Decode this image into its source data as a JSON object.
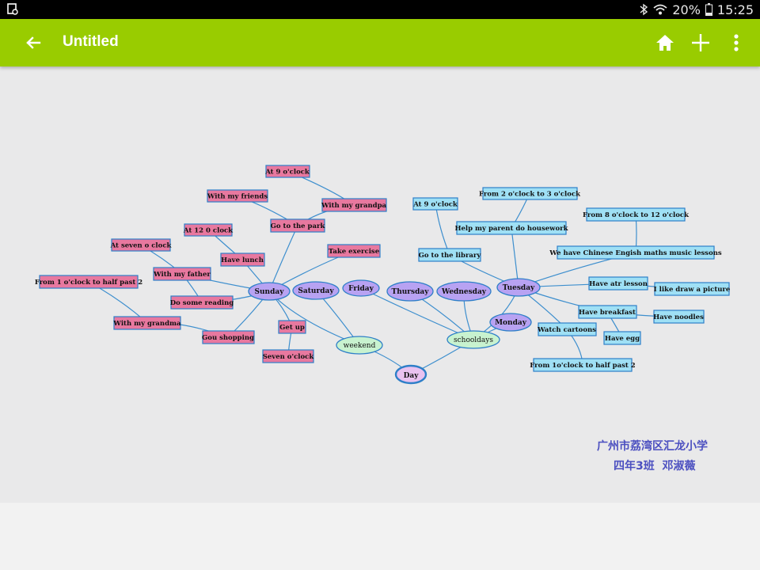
{
  "status_bar": {
    "battery": "20%",
    "time": "15:25"
  },
  "app_bar": {
    "title": "Untitled"
  },
  "mindmap": {
    "root": "Day",
    "weekend": "weekend",
    "schooldays": "schooldays",
    "days": {
      "sunday": "Sunday",
      "saturday": "Saturday",
      "friday": "Friday",
      "thursday": "Thursday",
      "wednesday": "Wednesday",
      "tuesday": "Tuesday",
      "monday": "Monday"
    },
    "sunday_items": {
      "at9": "At 9 o'clock",
      "with_friends": "With my friends",
      "with_grandpa": "With my grandpa",
      "at12": "At 12 0 clock",
      "go_park": "Go to the park",
      "at_seven": "At seven o clock",
      "take_exercise": "Take exercise",
      "have_lunch": "Have lunch",
      "with_father": "With my father",
      "from1": "From 1 o'clock to half past 2",
      "do_reading": "Do some reading",
      "with_grandma": "With my grandma",
      "get_up": "Get up",
      "gou_shopping": "Gou shopping",
      "seven_oclock": "Seven o'clock"
    },
    "tuesday_items": {
      "at9": "At 9 o'clock",
      "from2": "From 2 o'clock to 3 o'clock",
      "from8": "From 8 o'clock to 12 o'clock",
      "help_parent": "Help my parent do housework",
      "library": "Go to the library",
      "lessons": "We have Chinese Engish maths music lessons",
      "art": "Have atr lesson",
      "draw": "I like draw a picture",
      "breakfast": "Have breakfast",
      "noodles": "Have noodles",
      "watch": "Watch cartoons",
      "egg": "Have egg",
      "from1": "From 1o'clock to half past 2"
    }
  },
  "signature": {
    "line1": "广州市荔湾区汇龙小学",
    "line2": "四年3班  邓淑薇"
  },
  "colors": {
    "appbar": "#99cc00",
    "pink": "#e8789f",
    "blue": "#9fe0f5",
    "purple": "#b8a2f2",
    "green": "#c8f2cf",
    "edge": "#3e8fce",
    "signature": "#4b4fc0"
  },
  "icons": [
    "gallery-icon",
    "bluetooth-icon",
    "wifi-icon",
    "battery-icon",
    "back-arrow-icon",
    "home-icon",
    "add-icon",
    "more-vert-icon"
  ]
}
